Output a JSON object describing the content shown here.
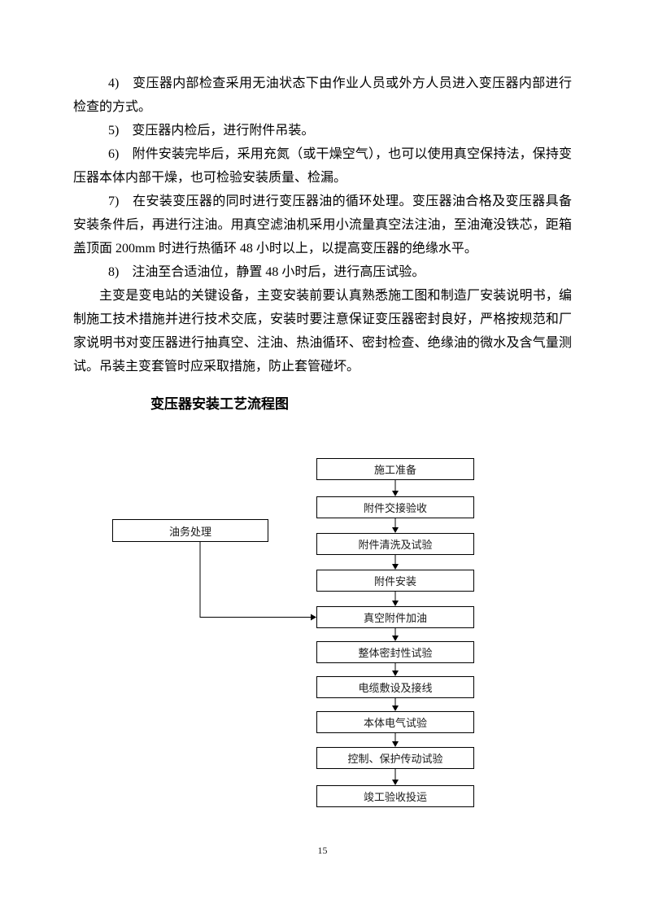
{
  "page": {
    "number": "15"
  },
  "document": {
    "paragraphs": [
      "4)　变压器内部检查采用无油状态下由作业人员或外方人员进入变压器内部进行检查的方式。",
      "5)　变压器内检后，进行附件吊装。",
      "6)　附件安装完毕后，采用充氮（或干燥空气），也可以使用真空保持法，保持变压器本体内部干燥，也可检验安装质量、检漏。",
      "7)　在安装变压器的同时进行变压器油的循环处理。变压器油合格及变压器具备安装条件后，再进行注油。用真空滤油机采用小流量真空法注油，至油淹没铁芯，距箱盖顶面 200mm 时进行热循环 48 小时以上，以提高变压器的绝缘水平。",
      "8)　注油至合适油位，静置 48 小时后，进行高压试验。",
      "主变是变电站的关键设备，主变安装前要认真熟悉施工图和制造厂安装说明书，编制施工技术措施并进行技术交底，安装时要注意保证变压器密封良好，严格按规范和厂家说明书对变压器进行抽真空、注油、热油循环、密封检查、绝缘油的微水及含气量测试。吊装主变套管时应采取措施，防止套管碰坏。"
    ],
    "heading": "变压器安装工艺流程图"
  },
  "flowchart": {
    "nodes": [
      "施工准备",
      "附件交接验收",
      "附件清洗及试验",
      "附件安装",
      "真空附件加油",
      "整体密封性试验",
      "电缆敷设及接线",
      "本体电气试验",
      "控制、保护传动试验",
      "竣工验收投运"
    ],
    "side_node": "油务处理",
    "line_color": "#000000"
  }
}
